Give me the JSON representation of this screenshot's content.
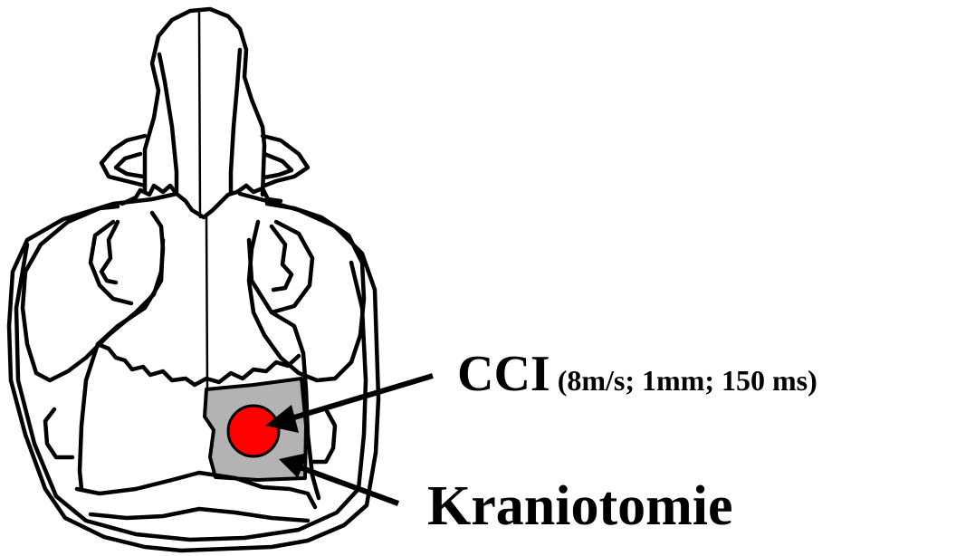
{
  "labels": {
    "cci_main": "CCI",
    "cci_params": " (8m/s; 1mm; 150 ms)",
    "craniotomy": "Kraniotomie"
  },
  "colors": {
    "impact_site": "#ff0000",
    "craniotomy_area": "#b3b3b3",
    "outline": "#000000",
    "background": "#ffffff"
  }
}
